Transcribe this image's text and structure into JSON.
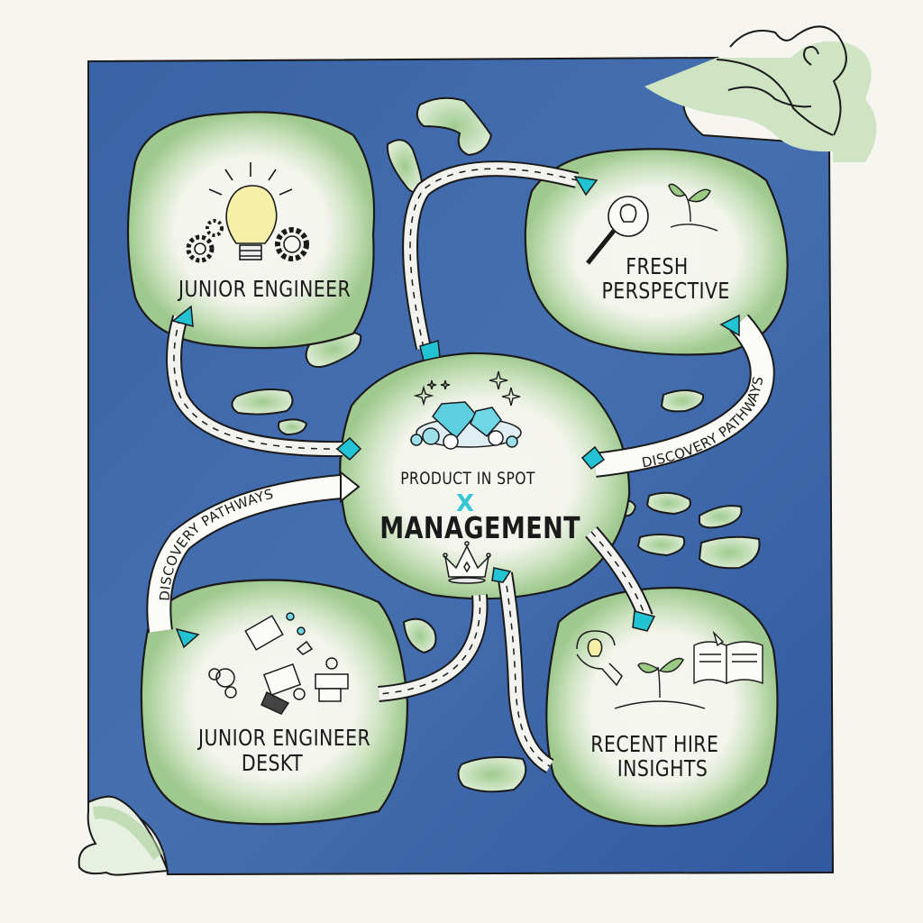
{
  "diagram": {
    "style": "watercolor archipelago concept map",
    "colors": {
      "ocean": "#3d64a8",
      "ocean_dark": "#2f5596",
      "land_green": "#a9cf9a",
      "land_light": "#f4f4ee",
      "paper": "#f6f5f0",
      "marker": "#22c3d3",
      "outline": "#1a1a1a"
    },
    "center_island": {
      "subtitle": "PRODUCT IN SPOT",
      "connector": "X",
      "title": "MANAGEMENT",
      "icons": [
        "gems-pile-icon",
        "sparkle-icon",
        "crown-icon"
      ]
    },
    "islands": [
      {
        "id": "top-left",
        "label": "JUNIOR ENGINEER",
        "icons": [
          "lightbulb-icon",
          "gears-icon"
        ]
      },
      {
        "id": "top-right",
        "label_line1": "FRESH",
        "label_line2": "PERSPECTIVE",
        "icons": [
          "magnifier-lightbulb-icon",
          "sprout-icon"
        ]
      },
      {
        "id": "bottom-left",
        "label_line1": "JUNIOR ENGINEER",
        "label_line2": "DESKT",
        "icons": [
          "envelope-icon",
          "gadgets-icon",
          "tools-icon"
        ]
      },
      {
        "id": "bottom-right",
        "label_line1": "RECENT HIRE",
        "label_line2": "INSIGHTS",
        "icons": [
          "lightbulb-cycle-icon",
          "sprout-icon",
          "open-book-icon"
        ]
      }
    ],
    "pathways": [
      {
        "label": "DISCOVERY PATHWAYS",
        "from": "bottom-left",
        "to": "center"
      },
      {
        "label": "DISCOVERY PATHWAYS",
        "from": "center",
        "to": "top-right"
      }
    ]
  }
}
